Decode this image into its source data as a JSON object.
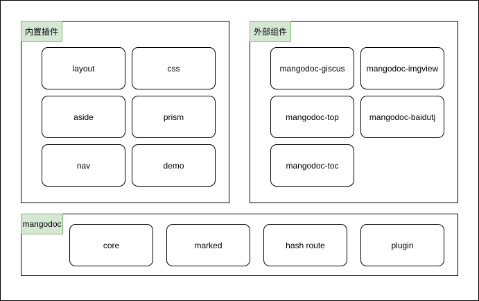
{
  "colors": {
    "label_fill": "#d5e8d4",
    "label_border": "#82b366",
    "stroke": "#000000",
    "background": "#ffffff"
  },
  "builtin_plugins": {
    "label": "内置插件",
    "nodes": [
      "layout",
      "css",
      "aside",
      "prism",
      "nav",
      "demo"
    ]
  },
  "external_components": {
    "label": "外部组件",
    "nodes": [
      "mangodoc-giscus",
      "mangodoc-imgview",
      "mangodoc-top",
      "mangodoc-baidutj",
      "mangodoc-toc"
    ]
  },
  "mangodoc": {
    "label": "mangodoc",
    "nodes": [
      "core",
      "marked",
      "hash route",
      "plugin"
    ]
  }
}
